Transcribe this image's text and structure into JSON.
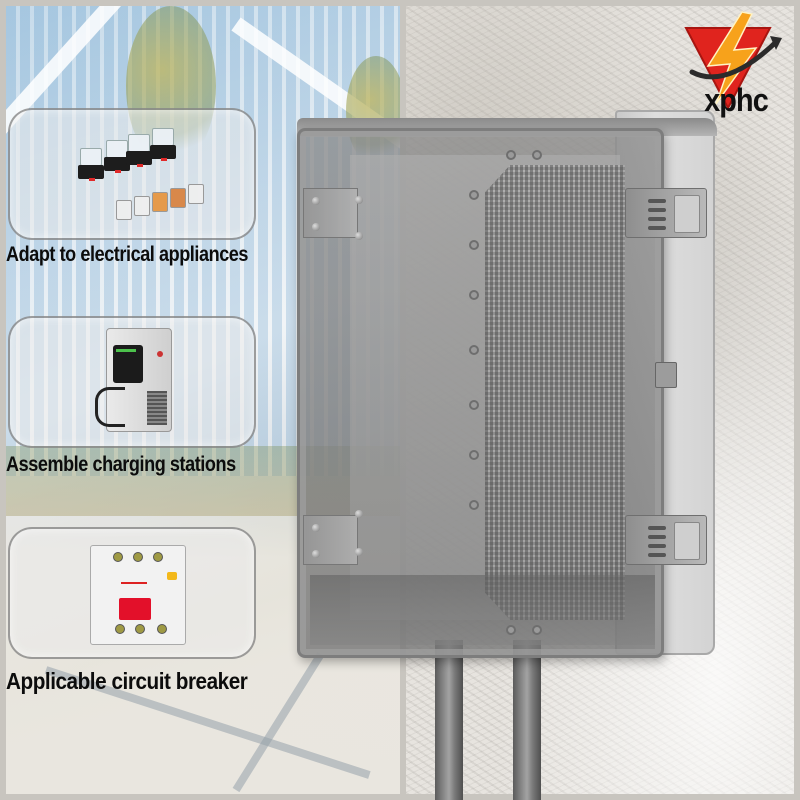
{
  "brand": {
    "name": "xphc",
    "logo_icon": "lightning-bolt-triangle-icon",
    "colors": {
      "triangle": "#e0241e",
      "bolt": "#f7a21b",
      "swoosh": "#2b2b2b"
    }
  },
  "product": {
    "name": "transparent-lid waterproof enclosure box",
    "lid_color": "#8c8c8c",
    "body_color": "#d6d6d6"
  },
  "features": [
    {
      "caption": "Adapt to electrical appliances",
      "image": "relays-image"
    },
    {
      "caption": "Assemble charging stations",
      "image": "ev-charger-image"
    },
    {
      "caption": "Applicable circuit breaker",
      "image": "circuit-breaker-image"
    }
  ]
}
